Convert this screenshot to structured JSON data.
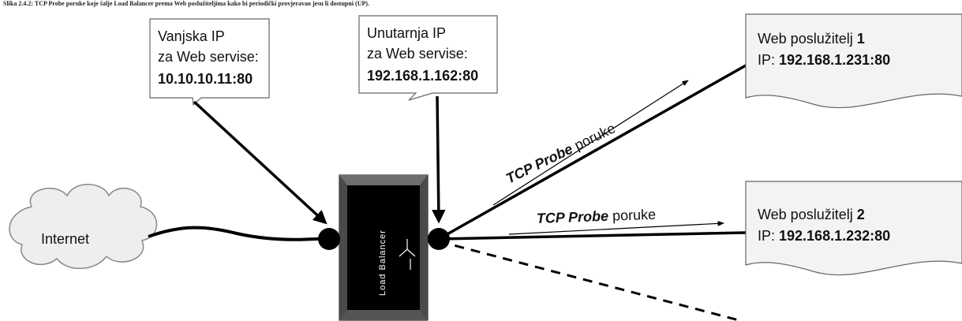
{
  "caption": "Slika 2.4.2: TCP Probe poruke koje šalje Load Balancer prema Web poslužiteljima kako bi periodički provjeravao jesu li dostupni (UP).",
  "internet": {
    "label": "Internet"
  },
  "external_ip": {
    "line1": "Vanjska IP",
    "line2": "za Web servise:",
    "value": "10.10.10.11:80"
  },
  "internal_ip": {
    "line1": "Unutarnja IP",
    "line2": "za Web servise:",
    "value": "192.168.1.162:80"
  },
  "load_balancer": {
    "label": "Load Balancer"
  },
  "probe_1": {
    "bold": "TCP Probe",
    "rest": " poruke"
  },
  "probe_2": {
    "bold": "TCP Probe",
    "rest": " poruke"
  },
  "server_1": {
    "name": "Web poslužitelj ",
    "number": "1",
    "ip_label": "IP: ",
    "ip": "192.168.1.231:80"
  },
  "server_2": {
    "name": "Web poslužitelj ",
    "number": "2",
    "ip_label": "IP: ",
    "ip": "192.168.1.232:80"
  },
  "colors": {
    "cloud": "#eeeeee",
    "device": "#000000",
    "stroke": "#000000",
    "doc_fill": "#f3f3f3"
  }
}
